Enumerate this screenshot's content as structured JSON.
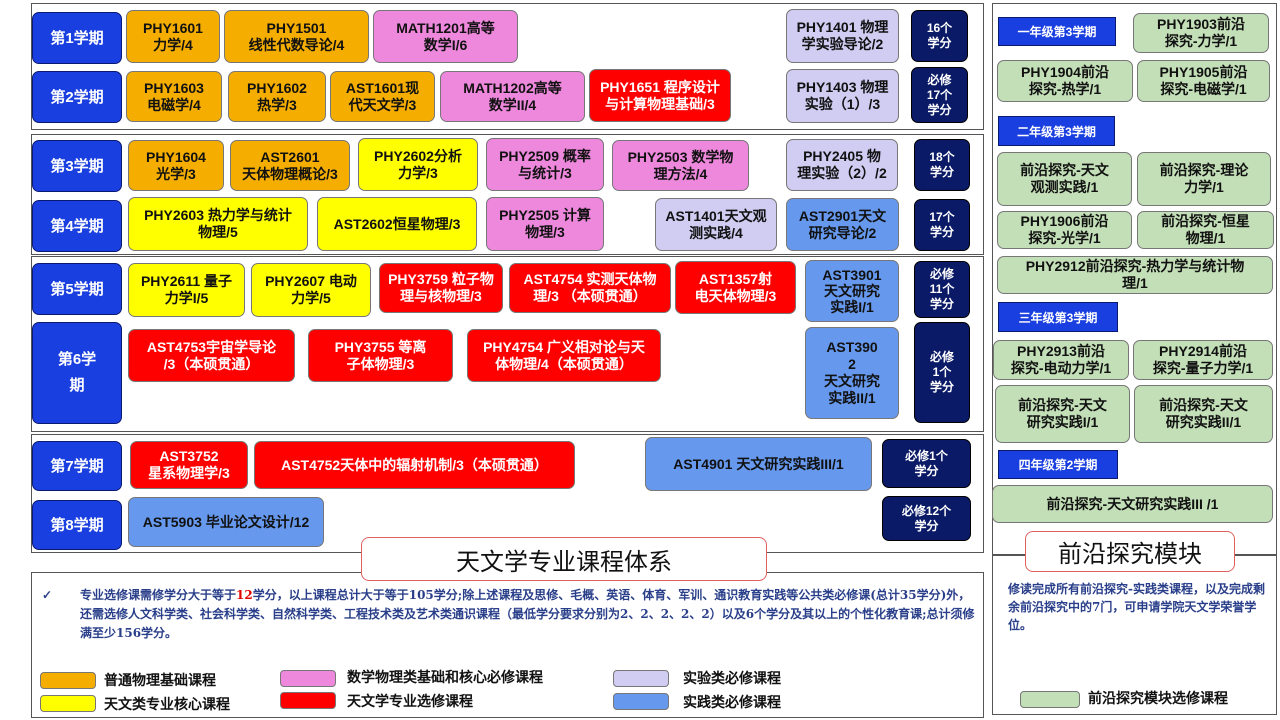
{
  "colors": {
    "普通物理基础课程": "#f5ae00",
    "天文类专业核心课程": "#ffff00",
    "数学物理类基础和核心必修课程": "#ee88dd",
    "天文学专业选修课程": "#ff0000",
    "实验类必修课程": "#d0ccf2",
    "实践类必修课程": "#6699ee",
    "前沿探究模块选修课程": "#c3dfb7"
  },
  "semesters": [
    {
      "label": "第1学期",
      "credits": "16个\n学分"
    },
    {
      "label": "第2学期",
      "credits": "必修\n17个\n学分"
    },
    {
      "label": "第3学期",
      "credits": "18个\n学分"
    },
    {
      "label": "第4学期",
      "credits": "17个\n学分"
    },
    {
      "label": "第5学期",
      "credits": "必修\n11个\n学分"
    },
    {
      "label": "第6学\n期",
      "credits": "必修\n1个\n学分"
    },
    {
      "label": "第7学期",
      "credits": "必修1个\n学分"
    },
    {
      "label": "第8学期",
      "credits": "必修12个\n学分"
    }
  ],
  "courses": {
    "s1": [
      "PHY1601\n力学/4",
      "PHY1501\n线性代数导论/4",
      "MATH1201高等\n数学I/6",
      "PHY1401 物理\n学实验导论/2"
    ],
    "s2": [
      "PHY1603\n电磁学/4",
      "PHY1602\n热学/3",
      "AST1601现\n代天文学/3",
      "MATH1202高等\n数学II/4",
      "PHY1651 程序设计\n与计算物理基础/3",
      "PHY1403 物理\n实验（1）/3"
    ],
    "s3": [
      "PHY1604\n光学/3",
      "AST2601\n天体物理概论/3",
      "PHY2602分析\n力学/3",
      "PHY2509 概率\n与统计/3",
      "PHY2503 数学物\n理方法/4",
      "PHY2405 物\n理实验（2）/2"
    ],
    "s4": [
      "PHY2603 热力学与统计\n物理/5",
      "AST2602恒星物理/3",
      "PHY2505 计算\n物理/3",
      "AST1401天文观\n测实践/4",
      "AST2901天文\n研究导论/2"
    ],
    "s5": [
      "PHY2611 量子\n力学I/5",
      "PHY2607 电动\n力学/5",
      "PHY3759 粒子物\n理与核物理/3",
      "AST4754 实测天体物\n理/3 （本硕贯通）",
      "AST1357射\n电天体物理/3",
      "AST3901\n天文研究\n实践I/1"
    ],
    "s6": [
      "AST4753宇宙学导论\n/3（本硕贯通）",
      "PHY3755 等离\n子体物理/3",
      "PHY4754 广义相对论与天\n体物理/4（本硕贯通）",
      "AST390\n2\n天文研究\n实践II/1"
    ],
    "s7": [
      "AST3752\n星系物理学/3",
      "AST4752天体中的辐射机制/3（本硕贯通）",
      "AST4901 天文研究实践III/1"
    ],
    "s8": [
      "AST5903 毕业论文设计/12"
    ]
  },
  "main_title": "天文学专业课程体系",
  "note": {
    "check": "✓",
    "before": "专业选修课需修学分大于等于",
    "highlight": "12",
    "after": "学分，以上课程总计大于等于105学分;除上述课程及思修、毛概、英语、体育、军训、通识教育实践等公共类必修课(总计35学分)外，还需选修人文科学类、社会科学类、自然科学类、工程技术类及艺术类通识课程（最低学分要求分别为2、2、2、2、2）以及6个学分及其以上的个性化教育课;总计须修满至少156学分。"
  },
  "legend": [
    "普通物理基础课程",
    "天文类专业核心课程",
    "数学物理类基础和核心必修课程",
    "天文学专业选修课程",
    "实验类必修课程",
    "实践类必修课程"
  ],
  "frontier": {
    "years": [
      "一年级第3学期",
      "二年级第3学期",
      "三年级第3学期",
      "四年级第2学期"
    ],
    "courses": [
      "PHY1903前沿\n探究-力学/1",
      "PHY1904前沿\n探究-热学/1",
      "PHY1905前沿\n探究-电磁学/1",
      "前沿探究-天文\n观测实践/1",
      "前沿探究-理论\n力学/1",
      "PHY1906前沿\n探究-光学/1",
      "前沿探究-恒星\n物理/1",
      "PHY2912前沿探究-热力学与统计物\n理/1",
      "PHY2913前沿\n探究-电动力学/1",
      "PHY2914前沿\n探究-量子力学/1",
      "前沿探究-天文\n研究实践I/1",
      "前沿探究-天文\n研究实践II/1",
      "前沿探究-天文研究实践III /1"
    ],
    "title": "前沿探究模块",
    "note": "修读完成所有前沿探究-实践类课程，以及完成剩余前沿探究中的7门，可申请学院天文学荣誉学位。",
    "legend": "前沿探究模块选修课程"
  }
}
